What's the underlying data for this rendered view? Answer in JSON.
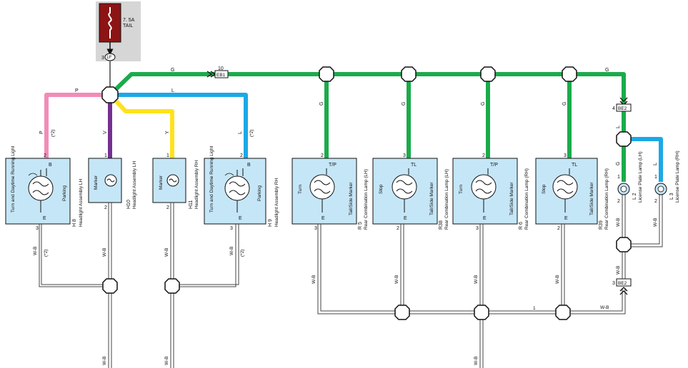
{
  "colors": {
    "green": "#1aab4b",
    "blue": "#1ba9e6",
    "pink": "#f28cb8",
    "purple": "#74308f",
    "yellow": "#ffe21b",
    "ground_wire": "#444444",
    "box_fill": "#c5e6f7",
    "fuse_fill": "#8c1414",
    "fuse_bg": "#d6d6d6"
  },
  "fuse": {
    "rating": "7. 5A",
    "name": "TAIL",
    "pin": "3",
    "connector": "1F"
  },
  "connector_eb1": {
    "pin": "10",
    "label": "EB1"
  },
  "connector_be2_top": {
    "pin": "4",
    "label": "BE2"
  },
  "connector_be2_bottom": {
    "pin": "3",
    "label": "BE2"
  },
  "wires": {
    "g_top": "G",
    "g_right": "G",
    "p": "P",
    "l": "L",
    "p_vert": "P",
    "y_vert": "Y",
    "v_vert": "V",
    "l_vert": "L",
    "note": "(*2)",
    "g_vert": "G",
    "l_short": "L",
    "wb": "W-B",
    "bottom_pin": "1"
  },
  "components": [
    {
      "id": "h8",
      "code": "H 8",
      "name": "Headlight Assembly LH",
      "inner_left": "Turn and Daytime Running Light",
      "inner_right": "Parking",
      "top_pin": "2",
      "top_term": "B",
      "bottom_pin": "3",
      "bottom_term": "E"
    },
    {
      "id": "h10",
      "code": "H10",
      "name": "Headlight Assembly LH",
      "inner": "Marker",
      "top_pin": "1",
      "bottom_pin": "2"
    },
    {
      "id": "h11",
      "code": "H11",
      "name": "Headlight Assembly RH",
      "inner": "Marker",
      "top_pin": "1",
      "bottom_pin": "2"
    },
    {
      "id": "h9",
      "code": "H 9",
      "name": "Headlight Assembly RH",
      "inner_left": "Turn and Daytime Running Light",
      "inner_right": "Parking",
      "top_pin": "2",
      "top_term": "B",
      "bottom_pin": "3",
      "bottom_term": "E"
    },
    {
      "id": "r5",
      "code": "R 5",
      "name": "Rear Combination Lamp (LH)",
      "inner_left": "Turn",
      "inner_right": "Tail/Side Marker",
      "top_pin": "2",
      "top_term": "T/P",
      "bottom_pin": "3",
      "bottom_term": "E"
    },
    {
      "id": "r38",
      "code": "R38",
      "name": "Rear Combination Lamp (LH)",
      "inner_left": "Stop",
      "inner_right": "Tail/Side Marker",
      "top_pin": "3",
      "top_term": "TL",
      "bottom_pin": "2",
      "bottom_term": "E"
    },
    {
      "id": "r6",
      "code": "R 6",
      "name": "Rear Combination Lamp (RH)",
      "inner_left": "Turn",
      "inner_right": "Tail/Side Marker",
      "top_pin": "2",
      "top_term": "T/P",
      "bottom_pin": "3",
      "bottom_term": "E"
    },
    {
      "id": "r39",
      "code": "R39",
      "name": "Rear Combination Lamp (RH)",
      "inner_left": "Stop",
      "inner_right": "Tail/Side Marker",
      "top_pin": "3",
      "top_term": "TL",
      "bottom_pin": "2",
      "bottom_term": "E"
    },
    {
      "id": "l2",
      "code": "L 2",
      "name": "License Plate Lamp (LH)",
      "top_pin": "1",
      "bottom_pin": "2"
    },
    {
      "id": "l3",
      "code": "L 3",
      "name": "License Plate Lamp (RH)",
      "top_pin": "1",
      "bottom_pin": "2"
    }
  ]
}
